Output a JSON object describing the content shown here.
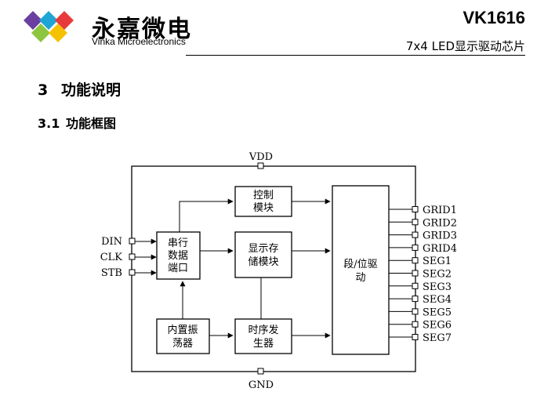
{
  "header": {
    "brand_cn": "永嘉微电",
    "brand_en": "Vinka Microelectronics",
    "model": "VK1616",
    "subtitle": "7x4 LED显示驱动芯片",
    "logo_colors": [
      "#6a3fa0",
      "#1ea5d6",
      "#e83a3a",
      "#8cc63f",
      "#f5c200"
    ]
  },
  "section": {
    "number": "3",
    "title": "功能说明"
  },
  "subsection": {
    "number": "3.1",
    "title": "功能框图"
  },
  "diagram": {
    "power_top": "VDD",
    "power_bottom": "GND",
    "inputs": [
      "DIN",
      "CLK",
      "STB"
    ],
    "serial_block": [
      "串行",
      "数据",
      "端口"
    ],
    "control_block": [
      "控制",
      "模块"
    ],
    "memory_block": [
      "显示存",
      "储模块"
    ],
    "oscillator_block": [
      "内置振",
      "荡器"
    ],
    "timing_block": [
      "时序发",
      "生器"
    ],
    "driver_block": [
      "段/位驱",
      "动"
    ],
    "outputs": [
      "GRID1",
      "GRID2",
      "GRID3",
      "GRID4",
      "SEG1",
      "SEG2",
      "SEG3",
      "SEG4",
      "SEG5",
      "SEG6",
      "SEG7"
    ]
  }
}
